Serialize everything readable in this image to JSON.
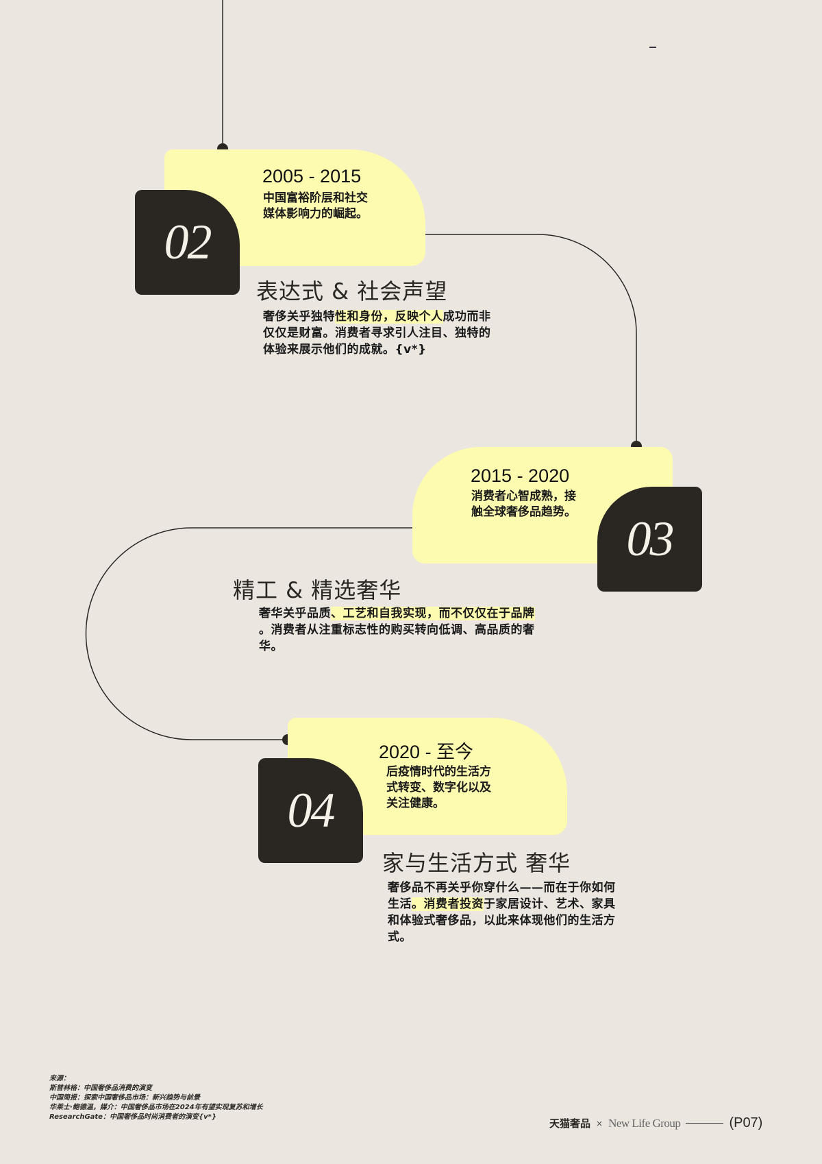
{
  "timeline": [
    {
      "number": "02",
      "period": "2005 - 2015",
      "summary_lines": [
        "中国富裕阶层和社交",
        "媒体影响力的崛起。"
      ],
      "title": "表达式 & 社会声望",
      "body": {
        "line1_pre": "奢侈关乎独特",
        "line1_hl": "性和身份，反映个人",
        "line1_post": "成功而非",
        "line2": "仅仅是财富。消费者寻求引人注目、独特的",
        "line3": "体验来展示他们的成就。{v*}"
      }
    },
    {
      "number": "03",
      "period": "2015 - 2020",
      "summary_lines": [
        "消费者心智成熟，接",
        "触全球奢侈品趋势。"
      ],
      "title": "精工 & 精选奢华",
      "body": {
        "line1_pre": "奢华关乎品质",
        "line1_hl": "、工艺和自我实现，而不仅仅在于品牌",
        "line1_post": "",
        "line2": "。消费者从注重标志性的购买转向低调、高品质的奢",
        "line3": "华。"
      }
    },
    {
      "number": "04",
      "period": "2020 - 至今",
      "summary_lines": [
        "后疫情时代的生活方",
        "式转变、数字化以及",
        "关注健康。"
      ],
      "title": "家与生活方式 奢华",
      "body": {
        "line1": "奢侈品不再关乎你穿什么——而在于你如何",
        "line2_pre": "生活",
        "line2_hl": "。消费者投资",
        "line2_post": "于家居设计、艺术、家具",
        "line3": "和体验式奢侈品，以此来体现他们的生活方",
        "line4": "式。"
      }
    }
  ],
  "sources": {
    "heading": "来源：",
    "items": [
      "斯普林格：中国奢侈品消费的演变",
      "中国简报：探索中国奢侈品市场：新兴趋势与前景",
      "华莱士·鲍德温，媒介：中国奢侈品市场在2024年有望实现复苏和增长",
      "ResearchGate：中国奢侈品时尚消费者的演变{v*}"
    ]
  },
  "footer": {
    "brand_cn": "天猫奢品",
    "separator": "×",
    "brand_en": "New Life Group",
    "page": "(P07)"
  },
  "colors": {
    "background": "#ebe6e0",
    "highlight_yellow": "#fdfbb0",
    "dark_card": "#2a2622"
  }
}
